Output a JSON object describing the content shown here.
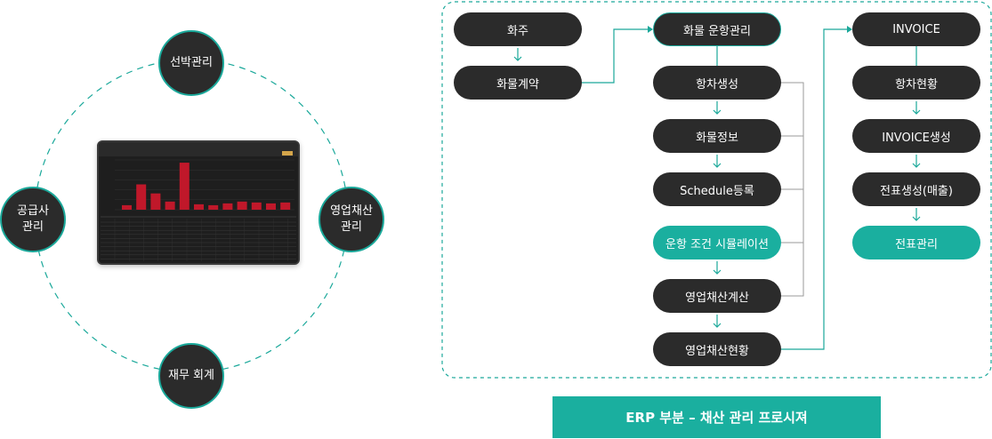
{
  "cycle": {
    "top": "선박관리",
    "left": "공급사\n관리",
    "right": "영업채산\n관리",
    "bottom": "재무 회계"
  },
  "flow": {
    "col1": [
      "화주",
      "화물계약"
    ],
    "col2": [
      "화물 운항관리",
      "항차생성",
      "화물정보",
      "Schedule등록",
      "운항 조건 시뮬레이션",
      "영업채산계산",
      "영업채산현황"
    ],
    "col3": [
      "INVOICE",
      "항차현황",
      "INVOICE생성",
      "전표생성(매출)",
      "전표관리"
    ]
  },
  "footer": "ERP 부분 – 채산 관리 프로시져",
  "chart_data": {
    "type": "bar",
    "values": [
      5,
      28,
      18,
      9,
      52,
      6,
      5,
      7,
      9,
      8,
      7,
      8
    ]
  },
  "colors": {
    "accent": "#1aaf9f",
    "node": "#2b2b2b",
    "bar": "#c0182a"
  }
}
